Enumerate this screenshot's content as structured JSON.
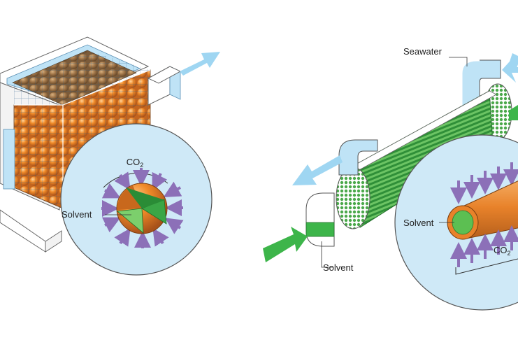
{
  "left_panel": {
    "co2_label": "CO",
    "co2_subscript": "2",
    "solvent_label": "Solvent"
  },
  "right_panel": {
    "seawater_label": "Seawater",
    "solvent_label_inset": "Solvent",
    "solvent_label_inlet": "Solvent",
    "co2_label": "CO",
    "co2_subscript": "2"
  },
  "colors": {
    "arrow_blue": "#9fd6f2",
    "arrow_green": "#3db54a",
    "arrow_purple": "#8c70b8",
    "inset_bg": "#cfe9f7",
    "sphere_orange": "#e98a2c",
    "solvent_green": "#3aa646",
    "tube_green": "#4cae4c",
    "water_blue": "#bfe3f6"
  }
}
